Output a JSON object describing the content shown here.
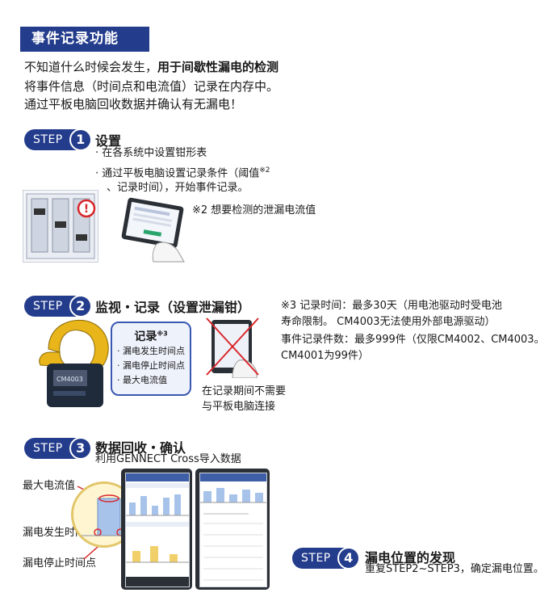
{
  "header": {
    "title": "事件记录功能"
  },
  "intro": {
    "line1_plain": "不知道什么时候会发生，",
    "line1_bold": "用于间歇性漏电的检测",
    "line2": "将事件信息（时间点和电流值）记录在内存中。",
    "line3": "通过平板电脑回收数据并确认有无漏电！"
  },
  "steps": [
    {
      "label": "STEP",
      "number": "1",
      "title": "设置",
      "bullets": [
        "· 在各系统中设置钳形表",
        "· 通过平板电脑设置记录条件（阈值",
        "、记录时间），开始事件记录。"
      ],
      "bullet_note_mark": "※2",
      "note": "※2 想要检测的泄漏电流值"
    },
    {
      "label": "STEP",
      "number": "2",
      "title": "监视・记录（设置泄漏钳）",
      "record_box": {
        "title": "记录",
        "mark": "※3",
        "items": [
          "· 漏电发生时间点",
          "· 漏电停止时间点",
          "· 最大电流值"
        ]
      },
      "tablet_caption": [
        "在记录期间不需要",
        "与平板电脑连接"
      ],
      "notes": [
        "※3 记录时间：最多30天（用电池驱动时受电池",
        "寿命限制。 CM4003无法使用外部电源驱动）",
        "事件记录件数：最多999件（仅限CM4002、CM4003。",
        "CM4001为99件）"
      ],
      "device_model": "CM4003"
    },
    {
      "label": "STEP",
      "number": "3",
      "title": "数据回收・确认",
      "subtitle": "利用GENNECT Cross导入数据",
      "callouts": [
        "最大电流值",
        "漏电发生时间点",
        "漏电停止时间点"
      ]
    },
    {
      "label": "STEP",
      "number": "4",
      "title": "漏电位置的发现",
      "subtitle": "重复STEP2~STEP3，确定漏电位置。"
    }
  ],
  "colors": {
    "brand": "#233c8c",
    "clamp_yellow": "#e8b51a",
    "alert_red": "#d9262a"
  }
}
